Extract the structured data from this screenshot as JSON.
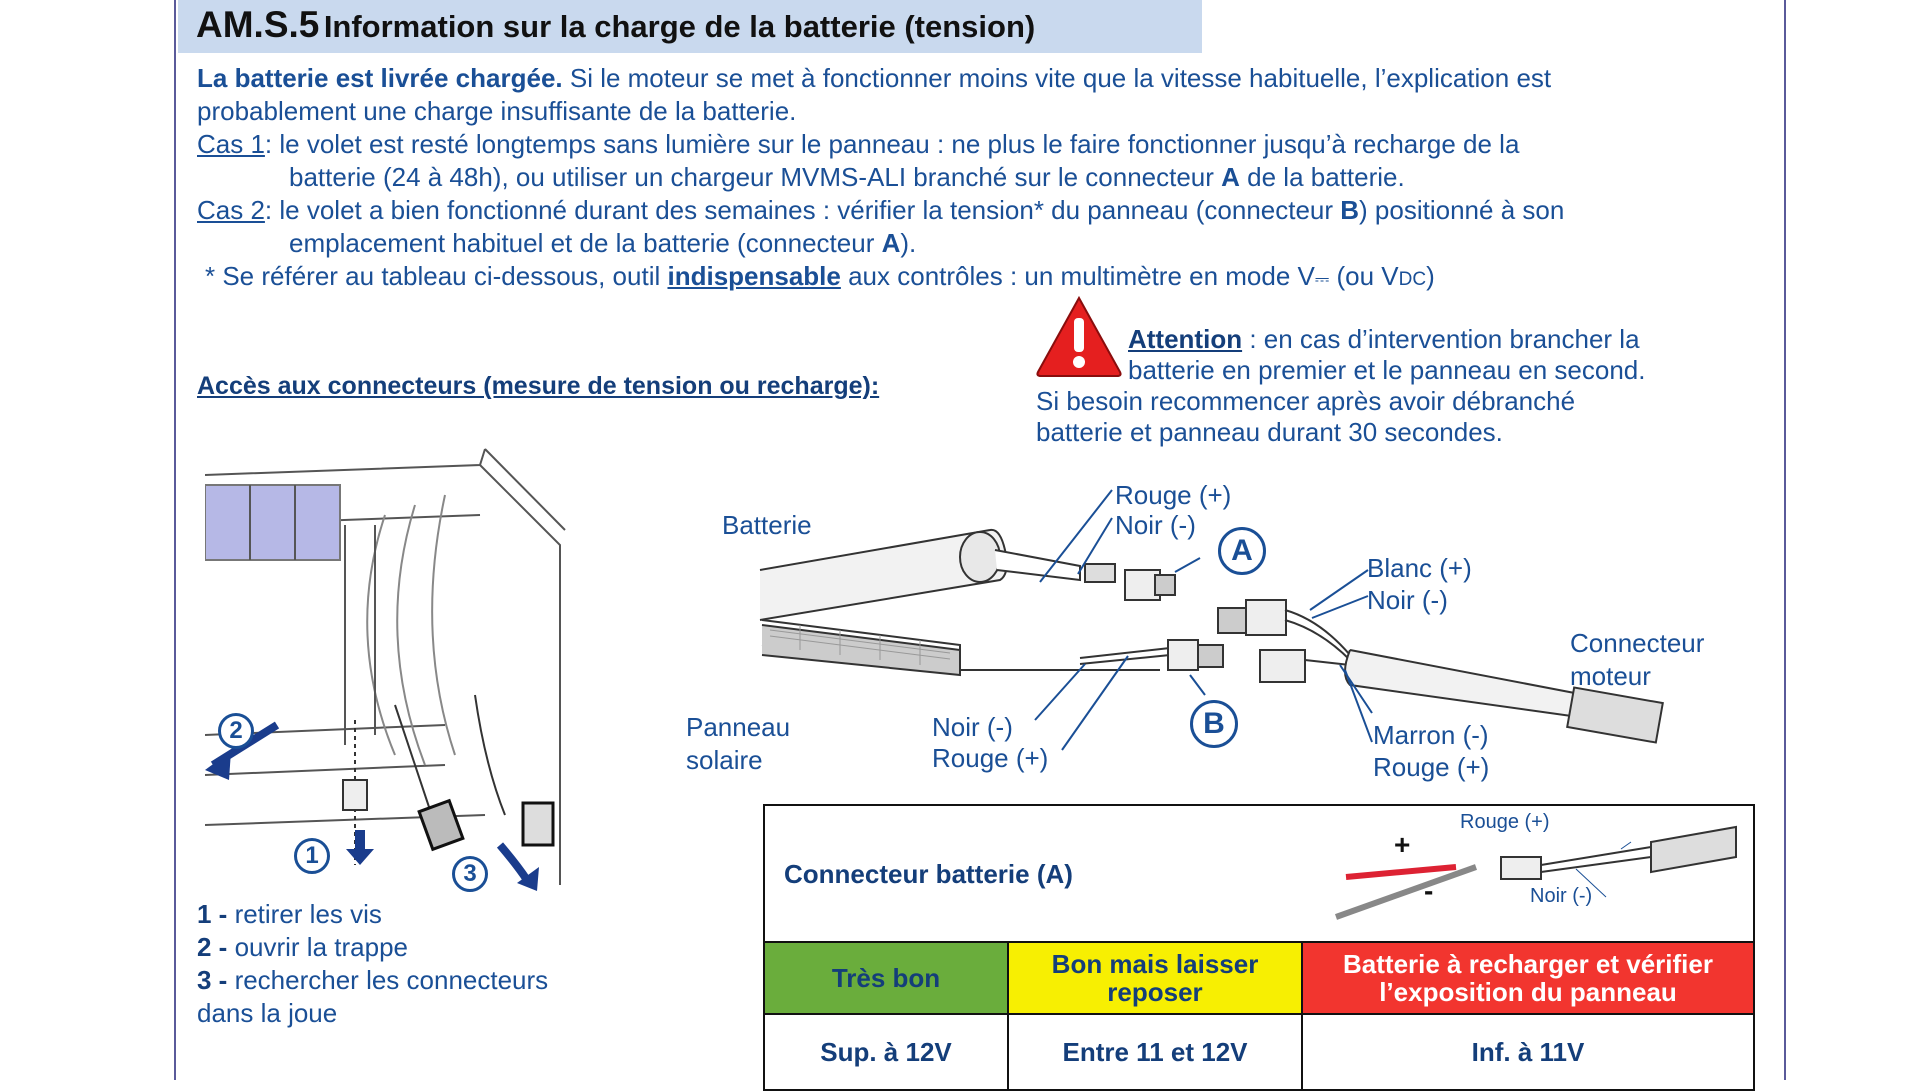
{
  "header": {
    "code": "AM.S.5",
    "title": "Information sur la charge de la batterie (tension)"
  },
  "intro": {
    "bold": "La batterie est livrée chargée.",
    "text1": " Si le moteur se met à fonctionner moins vite que la vitesse habituelle, l’explication est",
    "text2": "probablement une charge insuffisante de la batterie."
  },
  "cas1": {
    "label": "Cas 1",
    "line1": ": le volet est resté longtemps sans lumière sur le panneau : ne plus le faire fonctionner jusqu’à recharge de la",
    "line2a": "batterie (24 à 48h), ou utiliser un chargeur MVMS-ALI branché sur le connecteur ",
    "line2b": "A",
    "line2c": " de la batterie."
  },
  "cas2": {
    "label": "Cas 2",
    "line1a": ": le volet a bien fonctionné durant des semaines : vérifier la tension* du panneau (connecteur ",
    "line1b": "B",
    "line1c": ") positionné à son",
    "line2a": "emplacement habituel et de la batterie (connecteur ",
    "line2b": "A",
    "line2c": ")."
  },
  "note": {
    "a": "* Se référer au tableau ci-dessous, outil ",
    "b": "indispensable",
    "c": " aux contrôles : un multimètre en mode V",
    "d": "⎓",
    "e": " (ou V",
    "f": "DC",
    "g": ")"
  },
  "access_title": "Accès aux connecteurs (mesure de tension ou recharge):",
  "attention": {
    "label": "Attention",
    "line1": " : en cas d’intervention brancher la",
    "line2": "batterie en premier et le panneau en second.",
    "line3": "Si besoin recommencer après avoir débranché",
    "line4": "batterie et panneau durant 30 secondes."
  },
  "diagram": {
    "batterie": "Batterie",
    "rouge_plus": "Rouge (+)",
    "noir_minus": "Noir (-)",
    "marker_a": "A",
    "marker_b": "B",
    "blanc": "Blanc (+)",
    "noir2": "Noir (-)",
    "connecteur1": "Connecteur",
    "connecteur2": "moteur",
    "panneau1": "Panneau",
    "panneau2": "solaire",
    "noir3": "Noir (-)",
    "rouge3": "Rouge (+)",
    "marron": "Marron (-)",
    "rouge4": "Rouge (+)"
  },
  "install": {
    "n1": "2",
    "n2": "1",
    "n3": "3"
  },
  "steps": [
    {
      "num": "1 -",
      "text": " retirer les vis"
    },
    {
      "num": "2 -",
      "text": " ouvrir la trappe"
    },
    {
      "num": "3 -",
      "text": " rechercher les connecteurs"
    },
    {
      "num": "",
      "text": "dans la joue"
    }
  ],
  "table": {
    "header_label": "Connecteur batterie (A)",
    "probe_plus": "+",
    "probe_minus": "-",
    "probe_rouge": "Rouge (+)",
    "probe_noir": "Noir (-)",
    "cols": [
      {
        "status": "Très bon",
        "value": "Sup. à 12V",
        "color": "#6aad3c"
      },
      {
        "status_l1": "Bon mais laisser",
        "status_l2": "reposer",
        "value": "Entre 11 et 12V",
        "color": "#f7ef02"
      },
      {
        "status_l1": "Batterie à recharger et vérifier",
        "status_l2": "l’exposition du panneau",
        "value": "Inf. à 11V",
        "color": "#f2352f"
      }
    ]
  }
}
